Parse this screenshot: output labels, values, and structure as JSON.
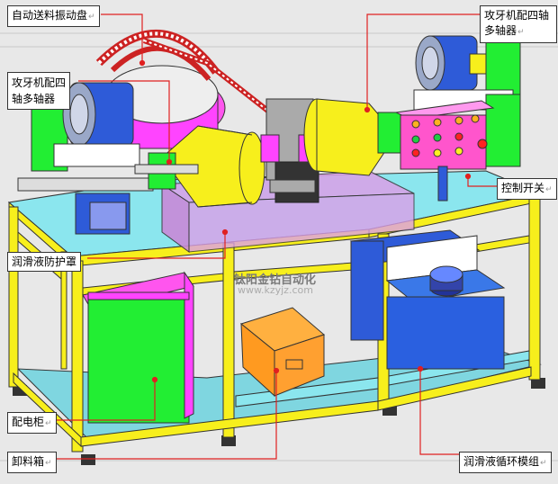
{
  "labels": {
    "vibrating_feeder": "自动送料振动盘",
    "tapping_right": "攻牙机配四轴多轴器",
    "tapping_left_line1": "攻牙机配四",
    "tapping_left_line2": "轴多轴器",
    "control_switch": "控制开关",
    "lubricant_guard": "润滑液防护罩",
    "distribution_cabinet": "配电柜",
    "unload_box": "卸料箱",
    "lubricant_module": "润滑液循环模组"
  },
  "watermark": {
    "name": "钛阳金钻自动化",
    "url": "www.kzyjz.com"
  },
  "para_mark": "↵",
  "colors": {
    "frame": "#f7ef1c",
    "table_top": "#8be6ee",
    "green_block": "#22ee33",
    "magenta": "#ff44ff",
    "blue_motor": "#2e5bd8",
    "pink_panel": "#ff55cc",
    "orange_box": "#ffa030",
    "guard_violet": "#dca0e8",
    "leader_red": "#e02020",
    "background": "#e8e8e8"
  }
}
